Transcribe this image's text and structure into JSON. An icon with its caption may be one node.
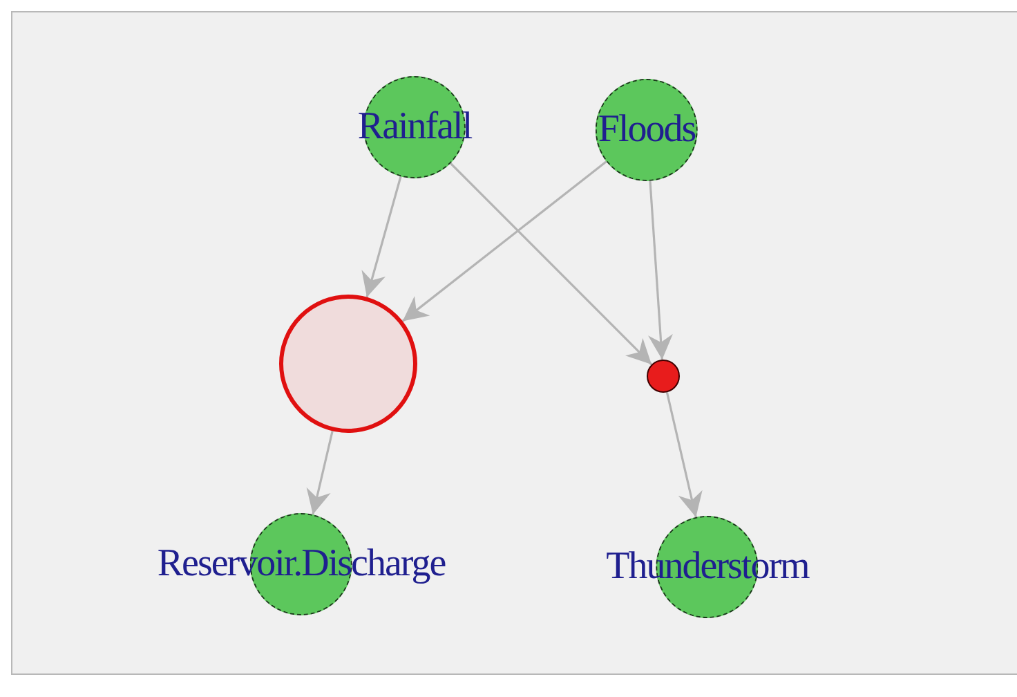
{
  "diagram": {
    "nodes": [
      {
        "text": [
          "Rainfall"
        ]
      },
      {
        "text": [
          "Floods"
        ]
      },
      {
        "text": [],
        "shape": "circle"
      },
      {
        "text": [],
        "shape": "circle"
      },
      {
        "text": [
          "Reservoir.Discharge"
        ]
      },
      {
        "text": [
          "Thunderstorm"
        ]
      }
    ],
    "edges": [
      {
        "from": 0,
        "to": 2,
        "arrow": "to"
      },
      {
        "from": 1,
        "to": 2,
        "arrow": "to"
      },
      {
        "from": 0,
        "to": 3,
        "arrow": "to"
      },
      {
        "from": 1,
        "to": 3,
        "arrow": "to"
      },
      {
        "from": 2,
        "to": 4,
        "arrow": "to"
      },
      {
        "from": 3,
        "to": 5,
        "arrow": "to"
      }
    ]
  }
}
